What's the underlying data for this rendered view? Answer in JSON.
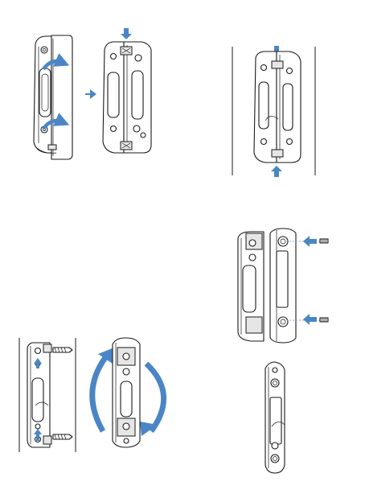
{
  "colors": {
    "accent_arrow": "#4a86c5",
    "line": "#1a1a1a",
    "background": "#ffffff"
  },
  "steps": [
    {
      "id": "remove-cover"
    },
    {
      "id": "squeeze-clips"
    },
    {
      "id": "mount-plate"
    },
    {
      "id": "rotate-180"
    },
    {
      "id": "attach-side"
    },
    {
      "id": "assembled"
    }
  ]
}
